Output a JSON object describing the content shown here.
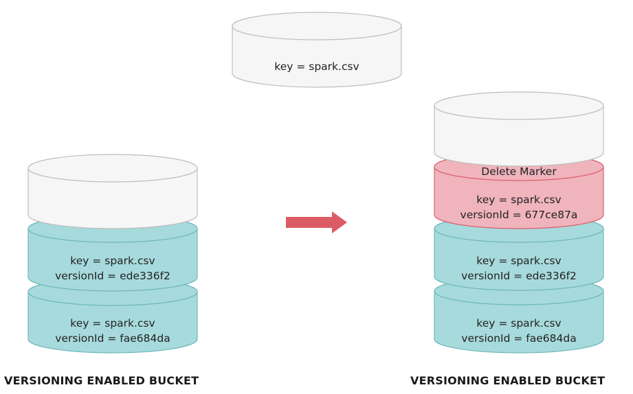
{
  "colors": {
    "empty_fill": "#f6f6f6",
    "empty_stroke": "#bdbdbd",
    "version_fill": "#a7dadc",
    "version_stroke": "#6fb8bb",
    "marker_fill": "#f0b4bc",
    "marker_stroke": "#d9606d",
    "arrow": "#dc5c66"
  },
  "incoming_object": {
    "key_text": "key = spark.csv"
  },
  "left_bucket": {
    "caption": "VERSIONING ENABLED BUCKET",
    "layers": [
      {
        "key_text": "key = spark.csv",
        "version_text": "versionId = ede336f2"
      },
      {
        "key_text": "key = spark.csv",
        "version_text": "versionId = fae684da"
      }
    ]
  },
  "right_bucket": {
    "caption": "VERSIONING ENABLED BUCKET",
    "delete_marker": {
      "title": "Delete Marker",
      "key_text": "key = spark.csv",
      "version_text": "versionId = 677ce87a"
    },
    "layers": [
      {
        "key_text": "key = spark.csv",
        "version_text": "versionId = ede336f2"
      },
      {
        "key_text": "key = spark.csv",
        "version_text": "versionId = fae684da"
      }
    ]
  },
  "arrow": {
    "icon": "right-arrow-icon"
  }
}
